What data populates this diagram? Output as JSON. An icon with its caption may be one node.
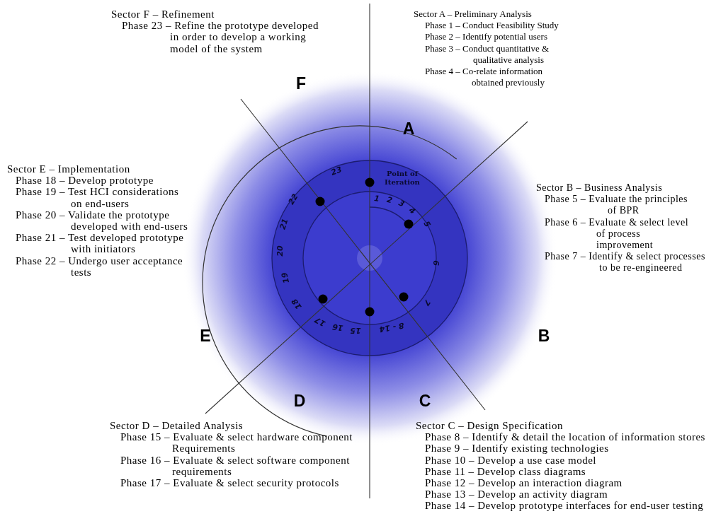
{
  "diagram": {
    "labels": [
      "Sector F – Refinement",
      "Phase 23 – Refine the prototype developed in order to develop a working model of the system",
      "Sector A – Preliminary Analysis",
      "Phase 1 – Conduct Feasibility Study",
      "Phase 2 – Identify potential users",
      "Phase 3 – Conduct quantitative & qualitative analysis",
      "Phase 4 – Co-relate information obtained previously",
      "F",
      "A",
      "Point of Iteration",
      "23",
      "1",
      "2",
      "3",
      "4",
      "Sector E – Implementation",
      "Phase 18 – Develop prototype",
      "Phase 19 – Test HCI considerations on end-users",
      "Phase 20 – Validate the prototype developed with end-users",
      "Phase 21 – Test developed prototype with initiators",
      "Phase 22 – Undergo user acceptance tests",
      "Sector B – Business Analysis",
      "Phase 5 – Evaluate the principles of BPR",
      "Phase 6 – Evaluate & select level of process improvement",
      "Phase 7 – Identify & select processes to be re-engineered",
      "22",
      "21",
      "5",
      "20",
      "6",
      "19",
      "18",
      "7",
      "17",
      "16",
      "15",
      "8 - 14",
      "E",
      "B",
      "D",
      "C",
      "Sector D – Detailed Analysis",
      "Phase 15 – Evaluate & select hardware component Requirements",
      "Phase 16 – Evaluate & select software component requirements",
      "Phase 17 – Evaluate & select security protocols",
      "Sector C – Design Specification",
      "Phase 8 – Identify & detail the location of information stores",
      "Phase 9 – Identify existing technologies",
      "Phase 10 – Develop a use case model",
      "Phase 11 – Develop class diagrams",
      "Phase 12 – Develop an interaction diagram",
      "Phase 13 – Develop an activity diagram",
      "Phase 14 – Develop prototype interfaces for end-user testing"
    ]
  }
}
